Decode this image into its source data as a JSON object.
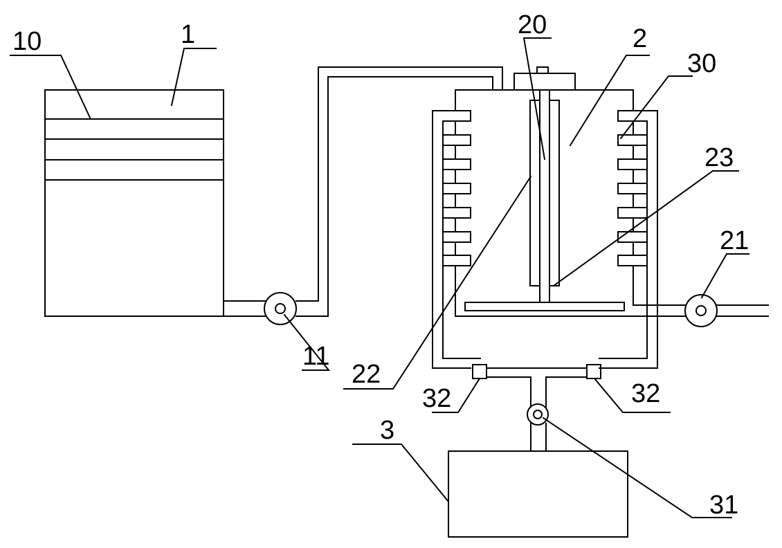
{
  "labels": {
    "l1": "1",
    "l2": "2",
    "l3": "3",
    "l10": "10",
    "l11": "11",
    "l20": "20",
    "l21": "21",
    "l22": "22",
    "l23": "23",
    "l30": "30",
    "l31": "31",
    "l32a": "32",
    "l32b": "32"
  },
  "colors": {
    "line": "#000000",
    "background": "#ffffff"
  }
}
